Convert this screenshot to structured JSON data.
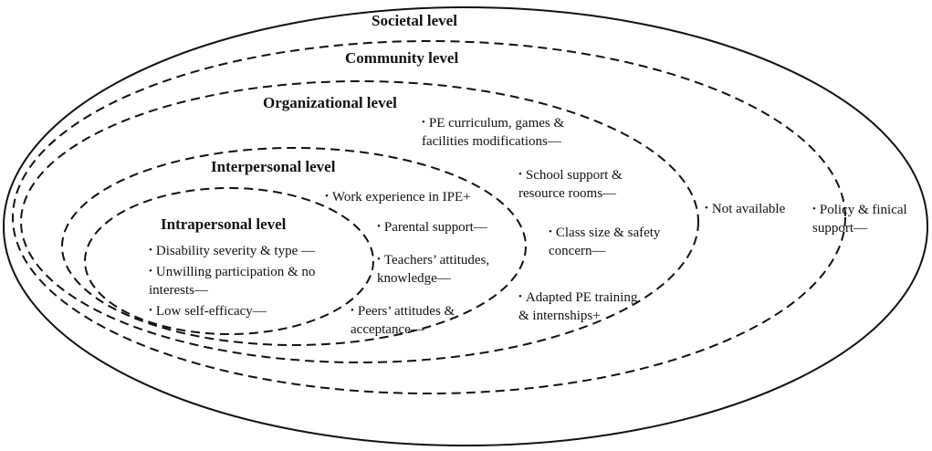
{
  "levels": {
    "societal": {
      "title": "Societal level",
      "items": [
        {
          "lines": [
            "Policy & finical",
            "support—"
          ]
        }
      ]
    },
    "community": {
      "title": "Community level",
      "items": [
        {
          "lines": [
            "Not available"
          ]
        }
      ]
    },
    "organizational": {
      "title": "Organizational level",
      "items": [
        {
          "lines": [
            "PE curriculum, games &",
            "facilities modifications—"
          ]
        },
        {
          "lines": [
            "School support &",
            "resource rooms—"
          ]
        },
        {
          "lines": [
            "Class size & safety",
            "concern—"
          ]
        },
        {
          "lines": [
            "Adapted PE training",
            "& internships+"
          ]
        }
      ]
    },
    "interpersonal": {
      "title": "Interpersonal level",
      "items": [
        {
          "lines": [
            "Work experience in IPE+"
          ]
        },
        {
          "lines": [
            "Parental support—"
          ]
        },
        {
          "lines": [
            "Teachers’ attitudes,",
            "knowledge—"
          ]
        },
        {
          "lines": [
            "Peers’ attitudes &",
            "acceptance—"
          ]
        }
      ]
    },
    "intrapersonal": {
      "title": "Intrapersonal level",
      "items": [
        {
          "lines": [
            "Disability severity & type —"
          ]
        },
        {
          "lines": [
            "Unwilling participation & no",
            "interests—"
          ]
        },
        {
          "lines": [
            "Low self-efficacy—"
          ]
        }
      ]
    }
  },
  "bullet_char": "•",
  "colors": {
    "stroke": "#111111",
    "background": "#ffffff"
  }
}
